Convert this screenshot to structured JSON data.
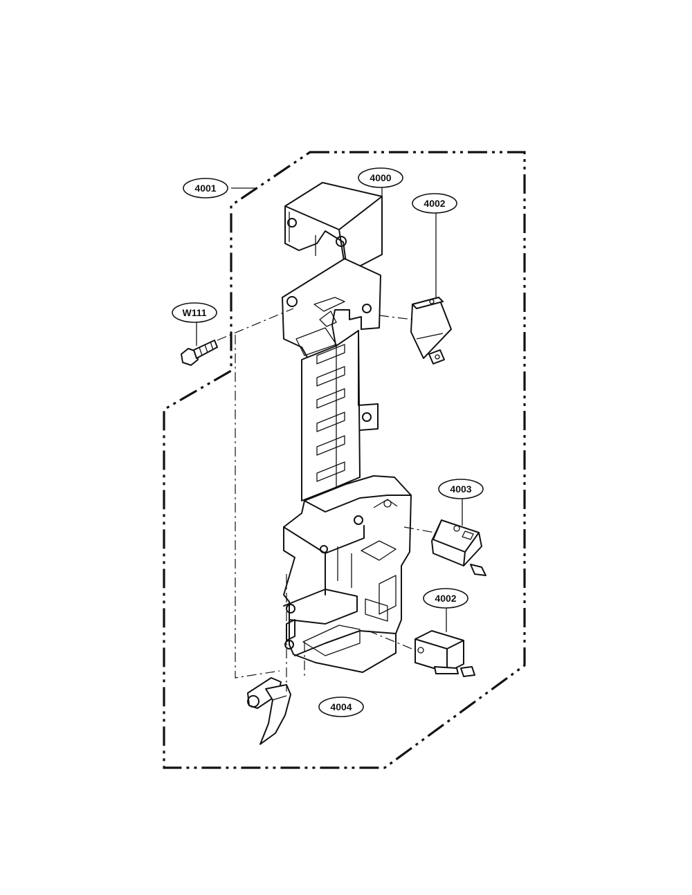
{
  "callouts": {
    "c4000": "4000",
    "c4001": "4001",
    "c4002a": "4002",
    "c4002b": "4002",
    "c4003": "4003",
    "c4004": "4004",
    "cW111": "W111"
  }
}
